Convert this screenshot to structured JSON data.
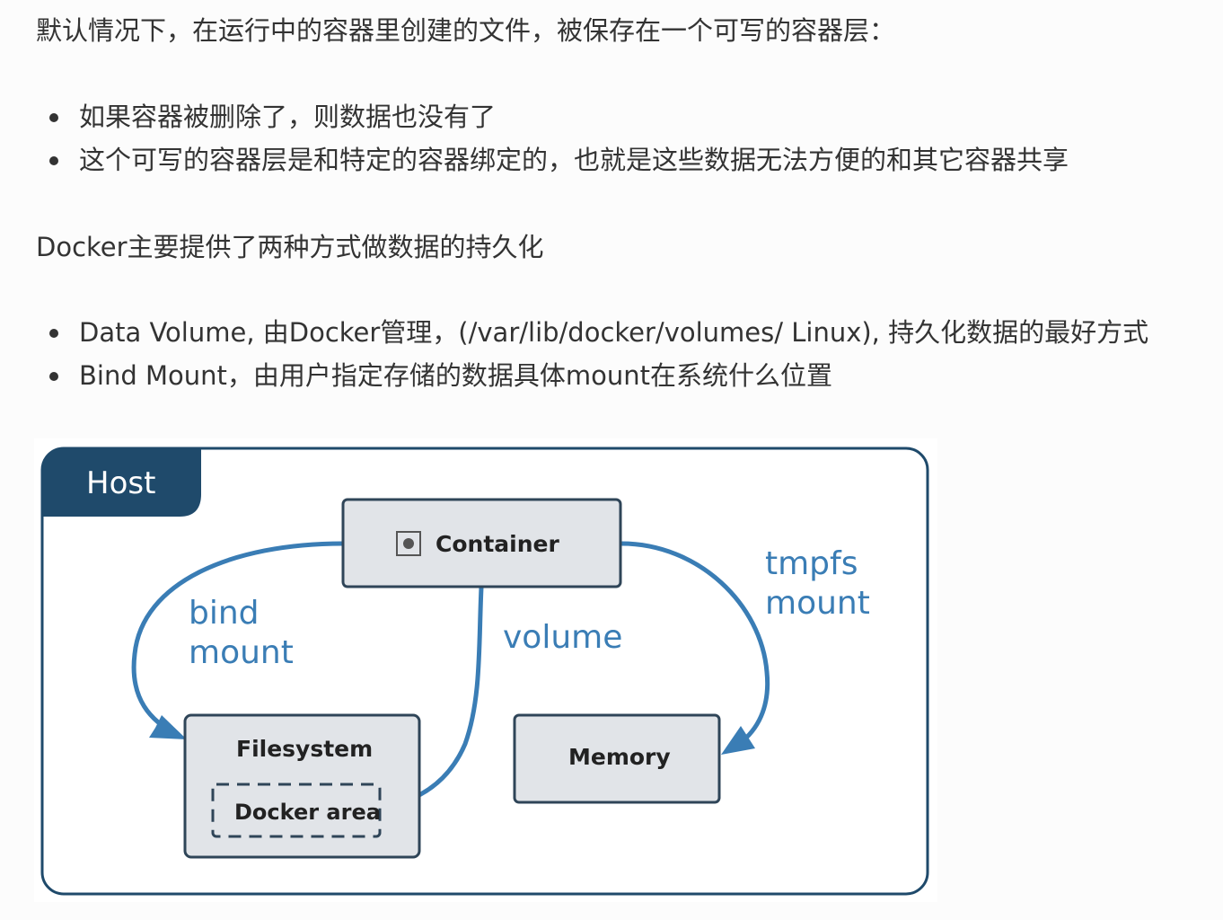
{
  "intro": "默认情况下，在运行中的容器里创建的文件，被保存在一个可写的容器层：",
  "problems": [
    "如果容器被删除了，则数据也没有了",
    "这个可写的容器层是和特定的容器绑定的，也就是这些数据无法方便的和其它容器共享"
  ],
  "persistence_intro": "Docker主要提供了两种方式做数据的持久化",
  "methods": [
    "Data Volume, 由Docker管理，(/var/lib/docker/volumes/ Linux), 持久化数据的最好方式",
    "Bind Mount，由用户指定存储的数据具体mount在系统什么位置"
  ],
  "diagram": {
    "host_label": "Host",
    "container_label": "Container",
    "filesystem_label": "Filesystem",
    "docker_area_label": "Docker area",
    "memory_label": "Memory",
    "bind_mount_label": [
      "bind",
      "mount"
    ],
    "volume_label": "volume",
    "tmpfs_mount_label": [
      "tmpfs",
      "mount"
    ],
    "colors": {
      "host_dark": "#1f4a6b",
      "arrow_blue": "#3a7db5",
      "box_fill": "#e1e4e8",
      "box_stroke": "#2f4558"
    }
  }
}
